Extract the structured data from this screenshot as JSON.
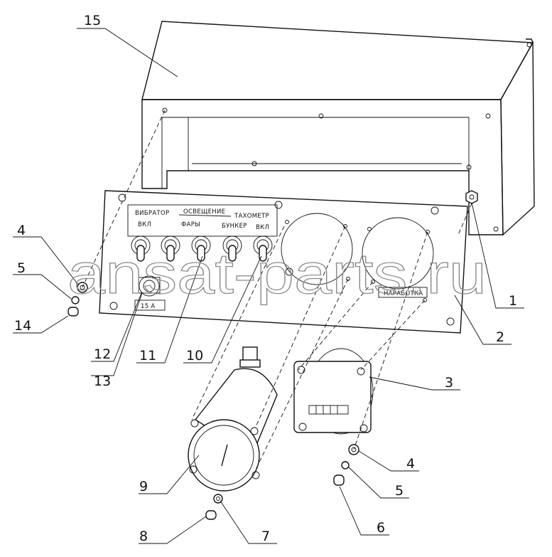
{
  "panel": {
    "labels": {
      "vibrator": "ВИБРАТОР",
      "lighting": "ОСВЕЩЕНИЕ",
      "tachometer": "ТАХОМЕТР",
      "on_left": "ВКЛ",
      "headlights": "ФАРЫ",
      "bunker": "БУНКЕР",
      "on_right": "ВКЛ",
      "fuse": "15 А",
      "hours": "НАРАБОТКА"
    }
  },
  "callouts": [
    "15",
    "4",
    "5",
    "14",
    "12",
    "13",
    "11",
    "10",
    "1",
    "2",
    "3",
    "4",
    "5",
    "6",
    "9",
    "8",
    "7"
  ],
  "watermark": "ansat-parts.ru"
}
